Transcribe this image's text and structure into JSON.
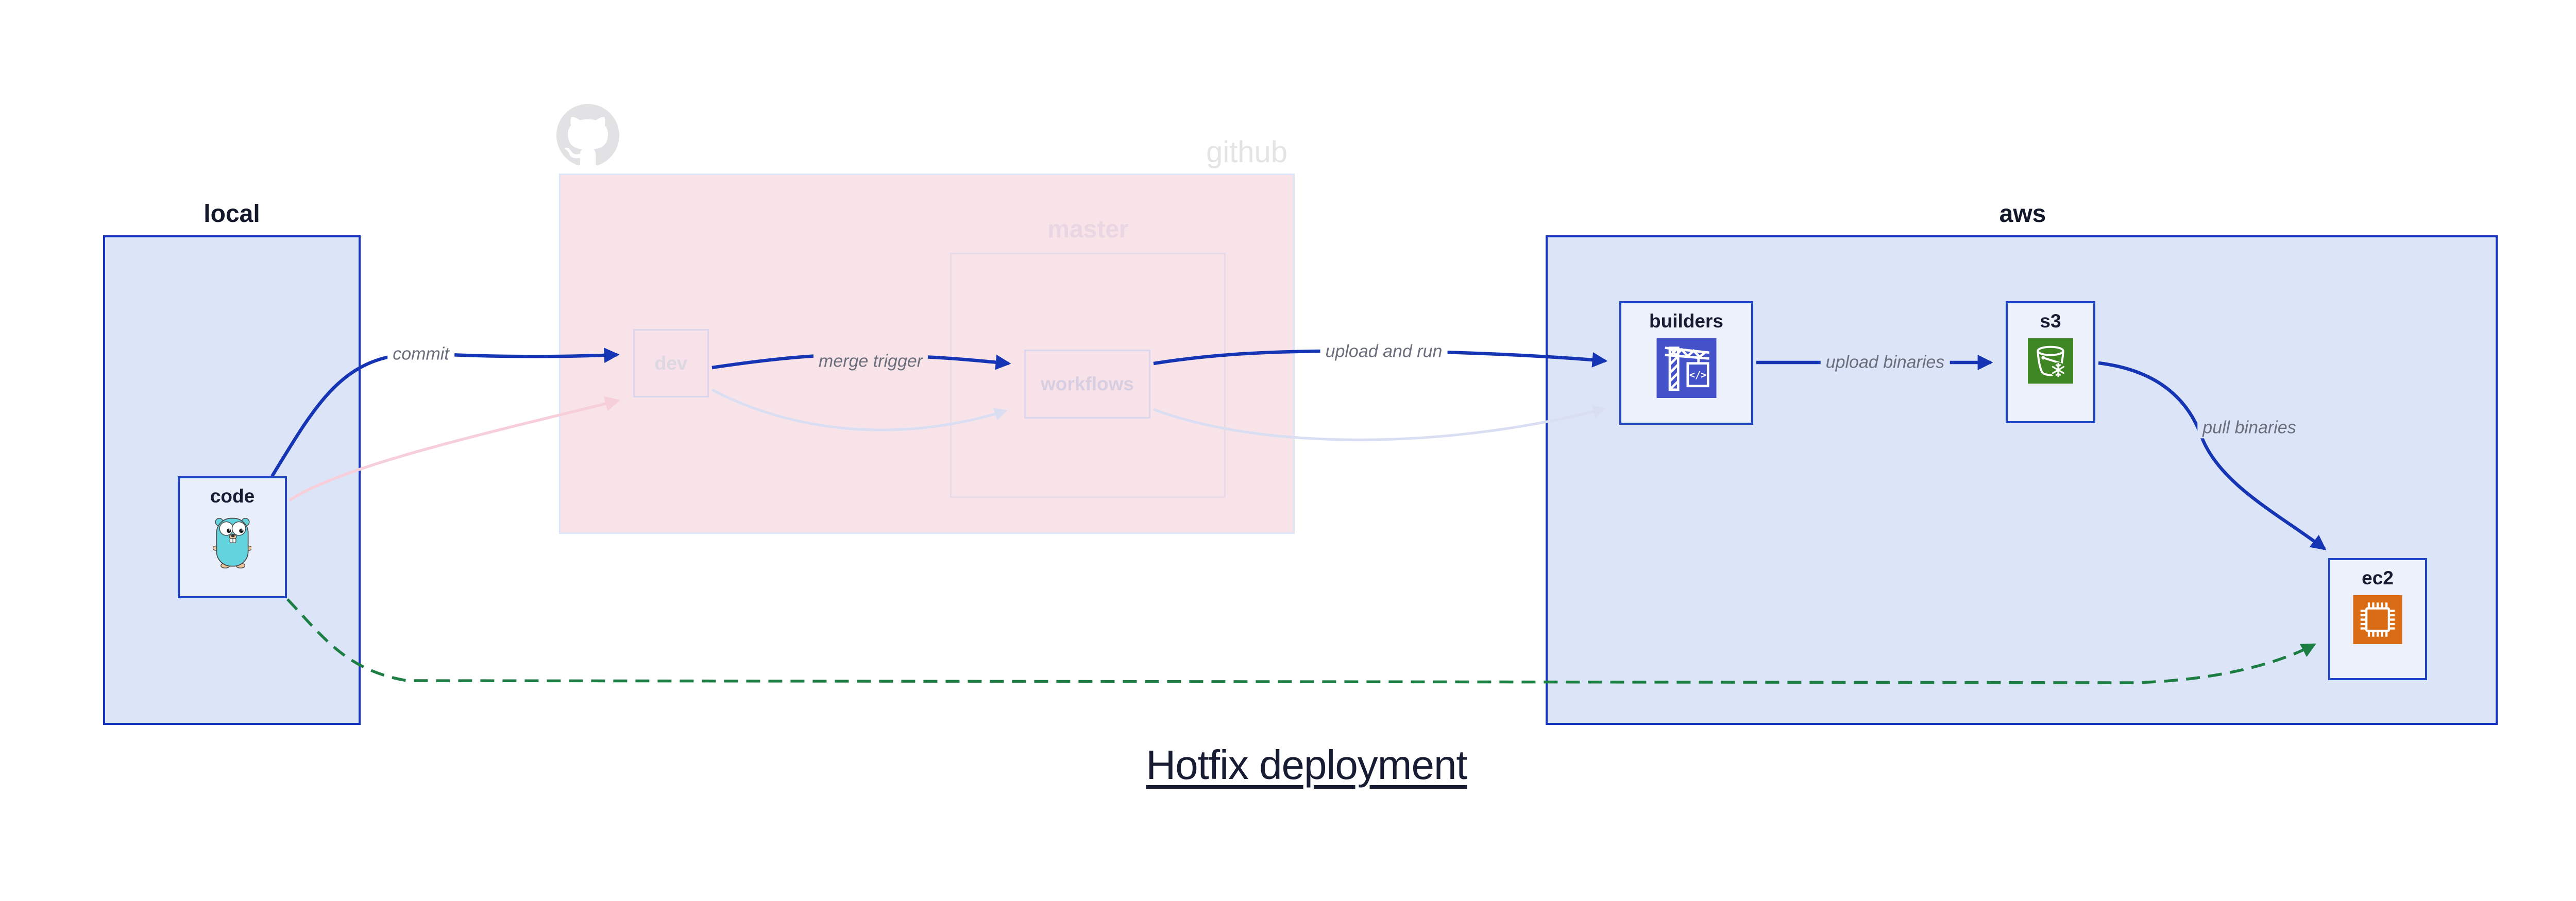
{
  "title": "Hotfix deployment",
  "clusters": {
    "local": {
      "label": "local"
    },
    "github": {
      "label": "github"
    },
    "master": {
      "label": "master"
    },
    "aws": {
      "label": "aws"
    }
  },
  "nodes": {
    "code": {
      "label": "code",
      "icon": "go-gopher-icon"
    },
    "dev": {
      "label": "dev"
    },
    "workflows": {
      "label": "workflows"
    },
    "builders": {
      "label": "builders",
      "icon": "codebuild-crane-icon"
    },
    "s3": {
      "label": "s3",
      "icon": "s3-bucket-snowflake-icon"
    },
    "ec2": {
      "label": "ec2",
      "icon": "ec2-chip-icon"
    }
  },
  "edges": {
    "commit": {
      "label": "commit",
      "from": "code",
      "to": "dev",
      "style": "solid-blue"
    },
    "merge_trigger": {
      "label": "merge trigger",
      "from": "dev",
      "to": "workflows",
      "style": "solid-blue"
    },
    "upload_and_run": {
      "label": "upload and run",
      "from": "workflows",
      "to": "builders",
      "style": "solid-blue"
    },
    "upload_binaries": {
      "label": "upload binaries",
      "from": "builders",
      "to": "s3",
      "style": "solid-blue"
    },
    "pull_binaries": {
      "label": "pull binaries",
      "from": "s3",
      "to": "ec2",
      "style": "solid-blue"
    },
    "hotfix_path": {
      "label": "",
      "from": "code",
      "to": "ec2",
      "style": "dashed-green"
    },
    "faded_commit": {
      "label": "",
      "from": "code",
      "to": "dev",
      "style": "faded-pink"
    },
    "faded_merge": {
      "label": "",
      "from": "dev",
      "to": "workflows",
      "style": "faded-lavender"
    },
    "faded_run": {
      "label": "",
      "from": "workflows",
      "to": "builders",
      "style": "faded-lavender"
    }
  },
  "icons": {
    "codebuild_glyph": "</>"
  },
  "colors": {
    "blue_border": "#1634bd",
    "node_border": "#1d44c5",
    "blue_edge": "#1535b4",
    "cloud_fill": "#dce4f8",
    "node_fill": "#edf1fc",
    "github_fill": "#f8e3e9",
    "github_border": "#dfe5f8",
    "master_border": "#e7dbe9",
    "subnode_border": "#dbd5ee",
    "subnode_fill": "#f7e2e9",
    "faded_edge": "#d9def2",
    "faded_pink_edge": "#f6cfda",
    "green_edge": "#1c7e43",
    "edge_label": "#6a6f7b",
    "node_label": "#181c32",
    "github_label": "#e4e4e6",
    "master_label": "#ead5e2",
    "dev_label": "#ddd7e1",
    "workflows_label": "#d8cee2",
    "title_color": "#171c33",
    "codebuild_bg": "#4352c9",
    "s3_bg": "#3f8624",
    "ec2_bg": "#d96c14",
    "gopher_body": "#63d3de"
  }
}
